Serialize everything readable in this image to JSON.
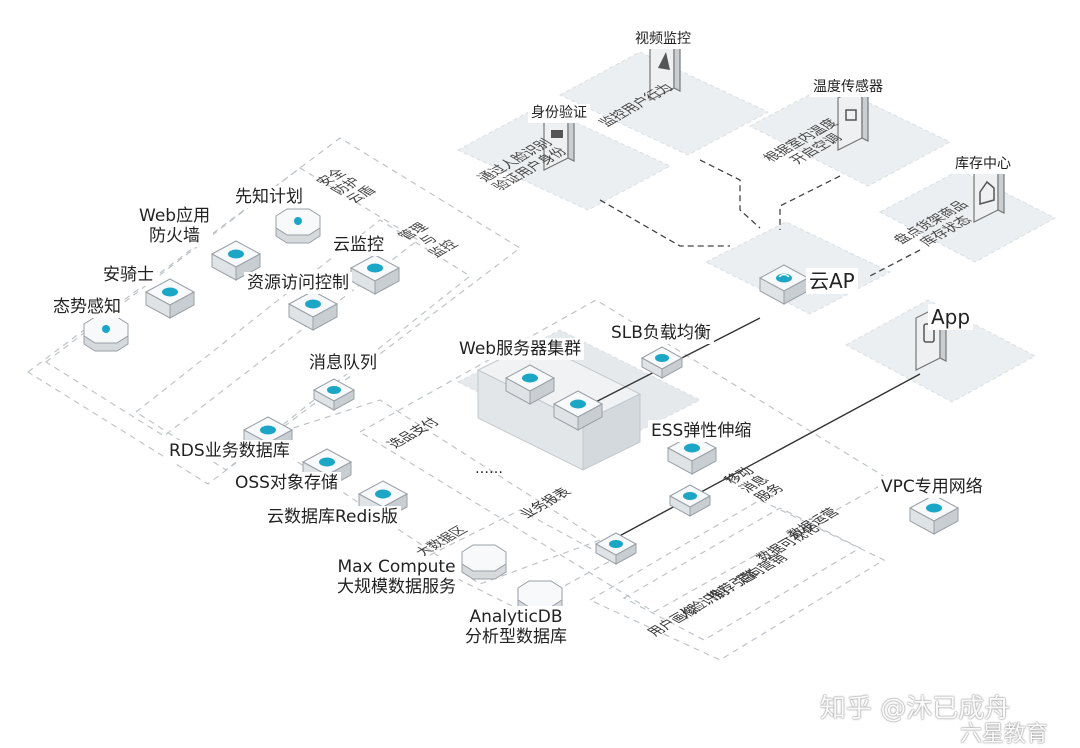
{
  "colors": {
    "accent": "#1ba6c6",
    "platform": "#eceff1",
    "dashed": "#bfc4c8",
    "line": "#333333"
  },
  "top": {
    "video_monitor": "视频监控",
    "video_desc": "监控用户行为",
    "identity": "身份验证",
    "identity_desc": "通过人脸识别\n验证用户身份",
    "temp_sensor": "温度传感器",
    "temp_desc": "根据室内温度\n开启空调",
    "inventory": "库存中心",
    "inventory_desc": "盘点货架商品\n库存状态",
    "cloud_ap": "云AP",
    "app": "App"
  },
  "security": {
    "group_label": "安全\n防护\n云盾",
    "situation": "态势感知",
    "anqishi": "安骑士",
    "waf": "Web应用\n防火墙",
    "xianzhi": "先知计划"
  },
  "management": {
    "group_label": "管理\n与\n监控",
    "cloud_monitor": "云监控",
    "ram": "资源访问控制"
  },
  "compute": {
    "web_cluster": "Web服务器集群",
    "slb": "SLB负载均衡",
    "ess": "ESS弹性伸缩",
    "mq": "消息队列",
    "selection_pay": "选品支付",
    "ellipsis": "……",
    "business_report": "业务报表",
    "mobile_push": "移动\n消息\n服务"
  },
  "storage": {
    "rds": "RDS业务数据库",
    "oss": "OSS对象存储",
    "redis": "云数据库Redis版"
  },
  "bigdata": {
    "zone": "大数据区",
    "maxcompute": "Max Compute\n大规模数据服务",
    "analyticdb": "AnalyticDB\n分析型数据库",
    "features": [
      "数据运营",
      "数据可视化",
      "定向营销",
      "推荐引擎",
      "人脸识别",
      "用户画像"
    ]
  },
  "network": {
    "vpc": "VPC专用网络"
  },
  "watermark": {
    "zhihu": "知乎 @沐已成舟",
    "liuxing": "六星教育"
  }
}
